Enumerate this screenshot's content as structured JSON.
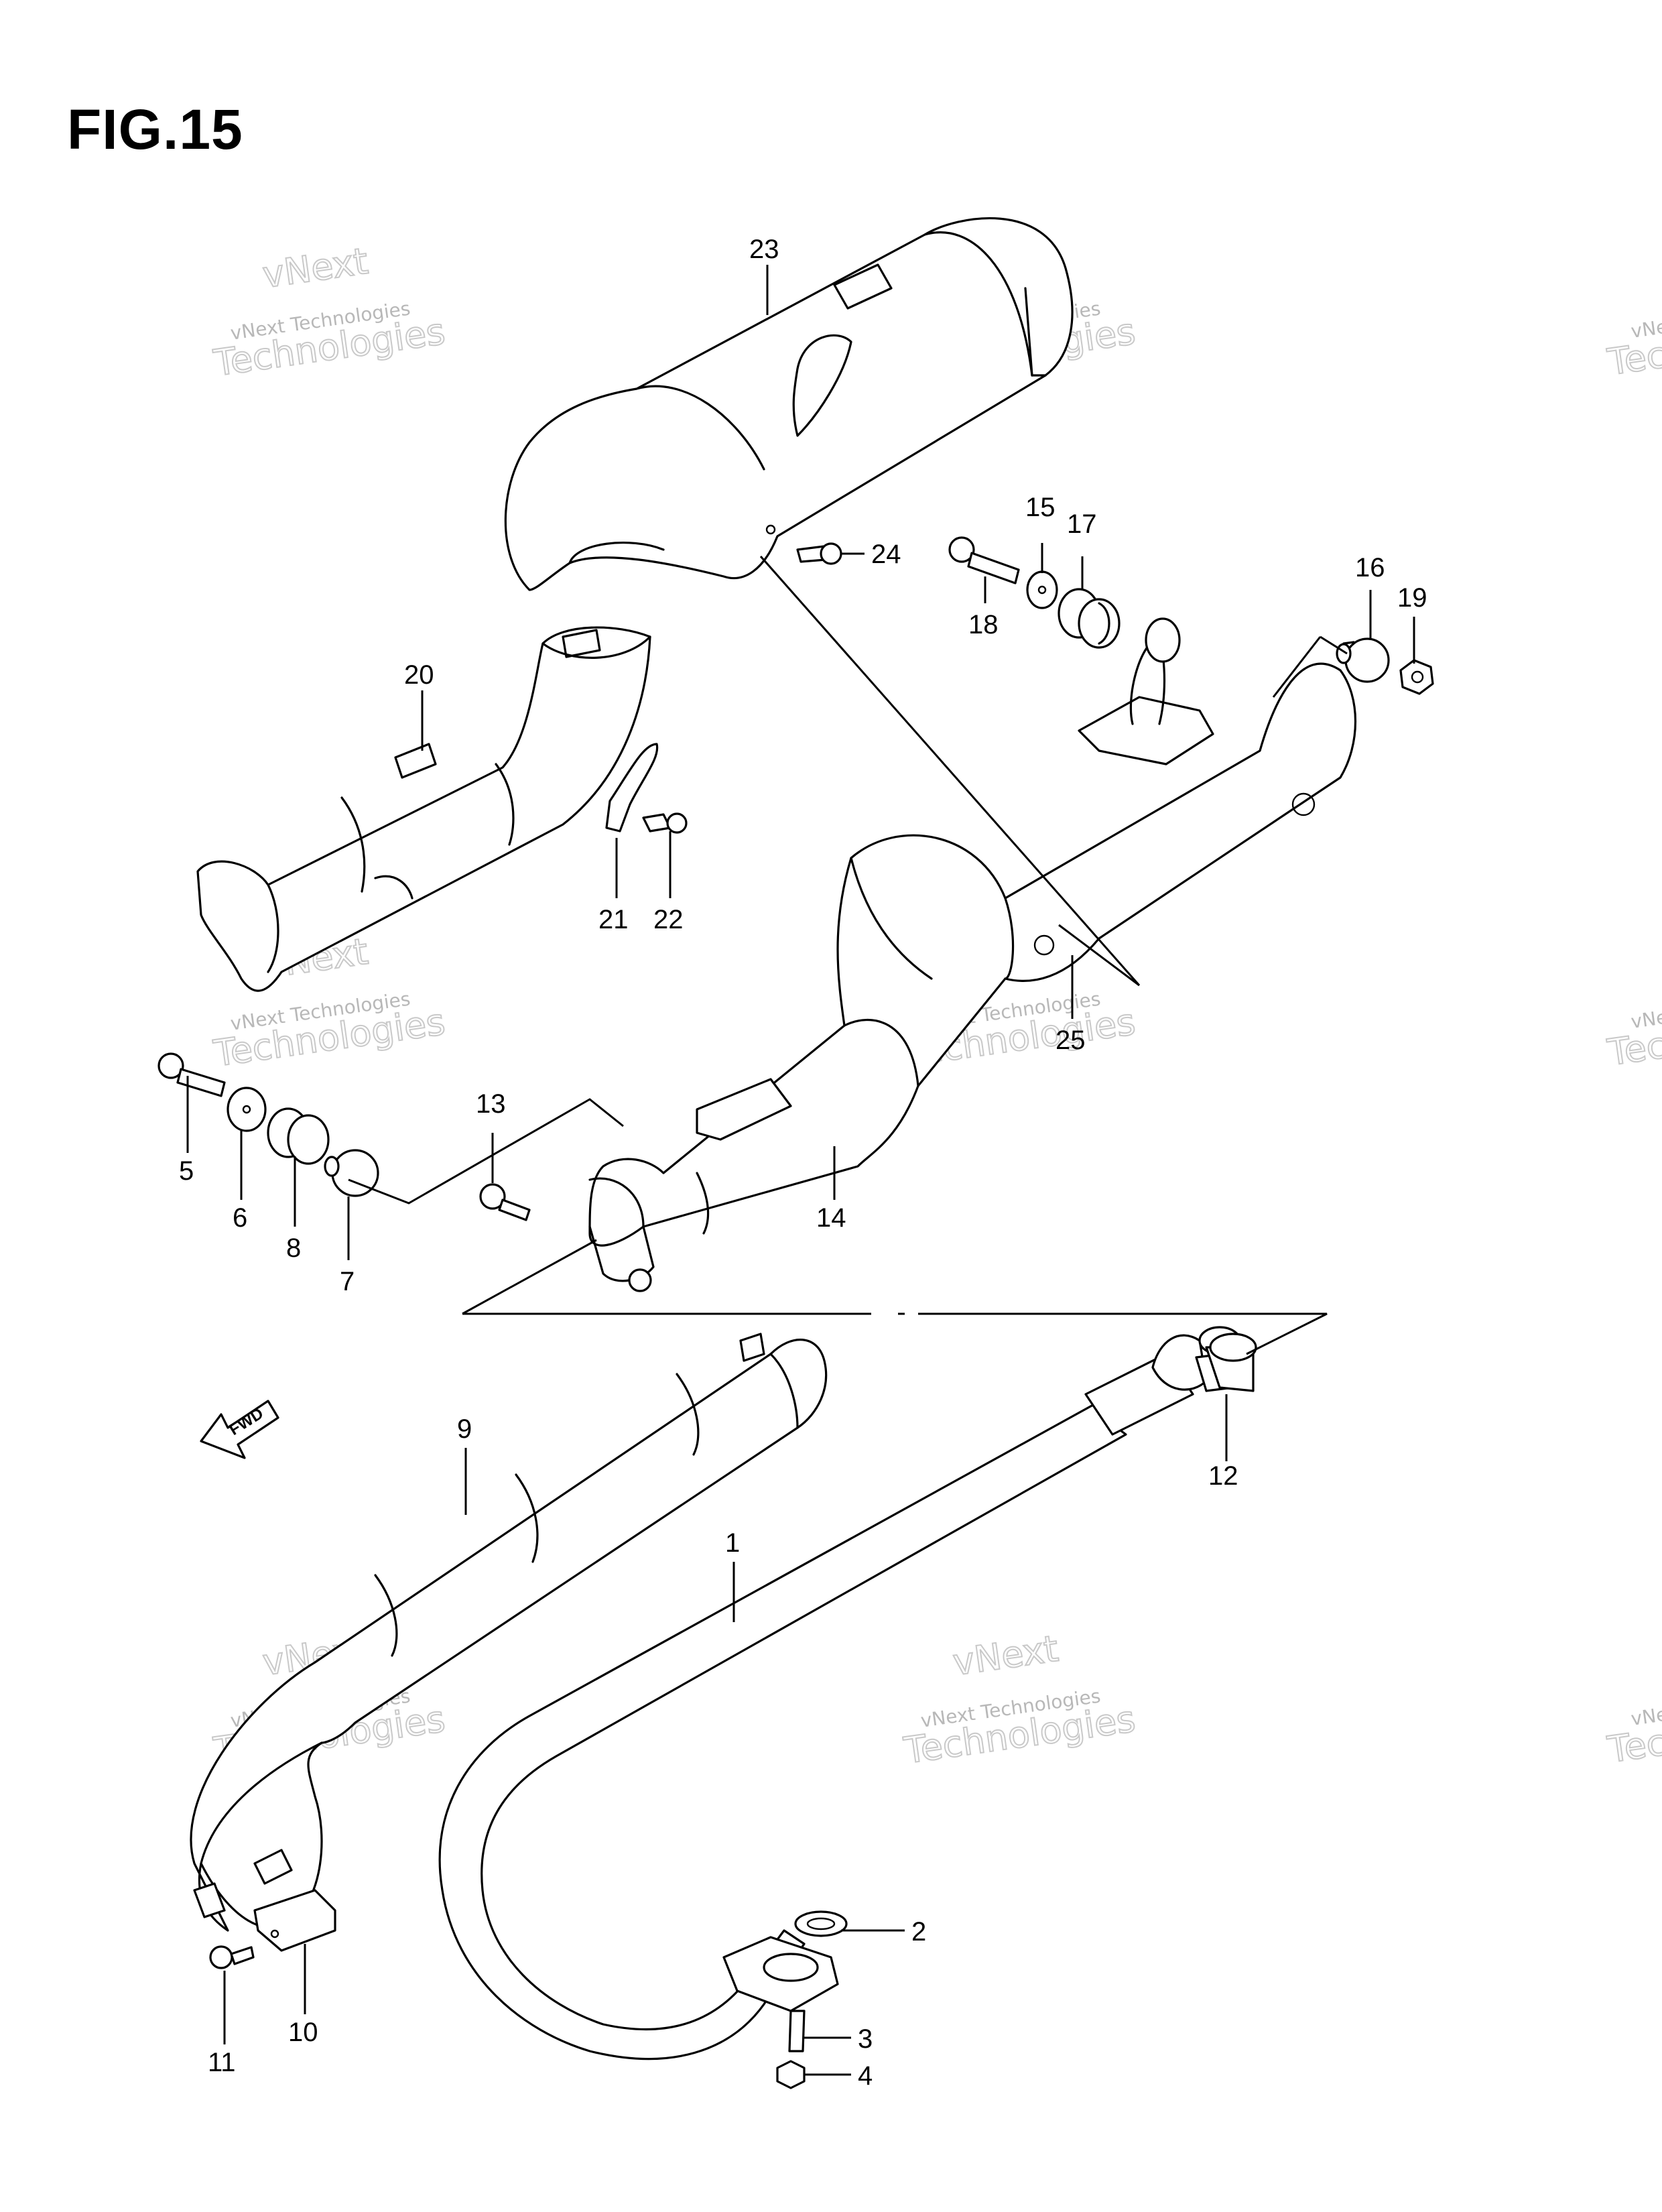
{
  "figure": {
    "title": "FIG.15"
  },
  "direction_arrow": {
    "label": "FWD"
  },
  "watermark": {
    "line1": "vNext Technologies",
    "line2": "vNext",
    "line3": "Technologies"
  },
  "callouts": [
    {
      "id": "1",
      "label": "1"
    },
    {
      "id": "2",
      "label": "2"
    },
    {
      "id": "3",
      "label": "3"
    },
    {
      "id": "4",
      "label": "4"
    },
    {
      "id": "5",
      "label": "5"
    },
    {
      "id": "6",
      "label": "6"
    },
    {
      "id": "7",
      "label": "7"
    },
    {
      "id": "8",
      "label": "8"
    },
    {
      "id": "9",
      "label": "9"
    },
    {
      "id": "10",
      "label": "10"
    },
    {
      "id": "11",
      "label": "11"
    },
    {
      "id": "12",
      "label": "12"
    },
    {
      "id": "13",
      "label": "13"
    },
    {
      "id": "14",
      "label": "14"
    },
    {
      "id": "15",
      "label": "15"
    },
    {
      "id": "16",
      "label": "16"
    },
    {
      "id": "17",
      "label": "17"
    },
    {
      "id": "18",
      "label": "18"
    },
    {
      "id": "19",
      "label": "19"
    },
    {
      "id": "20",
      "label": "20"
    },
    {
      "id": "21",
      "label": "21"
    },
    {
      "id": "22",
      "label": "22"
    },
    {
      "id": "23",
      "label": "23"
    },
    {
      "id": "24",
      "label": "24"
    },
    {
      "id": "25",
      "label": "25"
    }
  ]
}
